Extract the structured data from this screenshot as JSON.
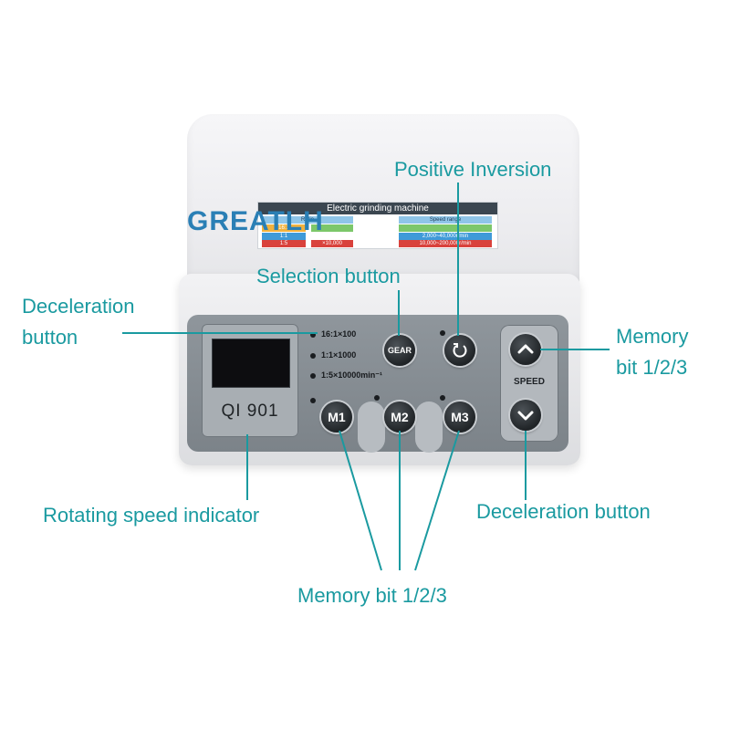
{
  "brand": "GREATLH",
  "sticker": {
    "title": "Electric grinding machine",
    "head_left": "Ratio",
    "head_right": "Speed range",
    "row1_left": "16:1",
    "row1_right": "",
    "row2_left": "1:1",
    "row2_right": "2,000~40,000r/min",
    "row3_left": "1:5",
    "row3_right": "10,000~200,000r/min",
    "row3_mid": "×10,000"
  },
  "device": {
    "model": "QI 901",
    "ratios": [
      "16:1×100",
      "1:1×1000",
      "1:5×10000min⁻¹"
    ],
    "gear_label": "GEAR",
    "memory_buttons": [
      "M1",
      "M2",
      "M3"
    ],
    "speed_label": "SPEED"
  },
  "icons": {
    "reverse": "rotate-arrow-icon",
    "up": "chevron-up-icon",
    "down": "chevron-down-icon"
  },
  "callouts": {
    "positive_inversion": "Positive Inversion",
    "selection_button": "Selection button",
    "deceleration_left_1": "Deceleration",
    "deceleration_left_2": "button",
    "memory_right_1": "Memory",
    "memory_right_2": "bit 1/2/3",
    "rotating_speed": "Rotating speed indicator",
    "deceleration_right": "Deceleration button",
    "memory_bottom": "Memory bit 1/2/3"
  },
  "colors": {
    "callout": "#1a9aa0",
    "brand": "#2a7fb5",
    "panel": "#848b91"
  }
}
